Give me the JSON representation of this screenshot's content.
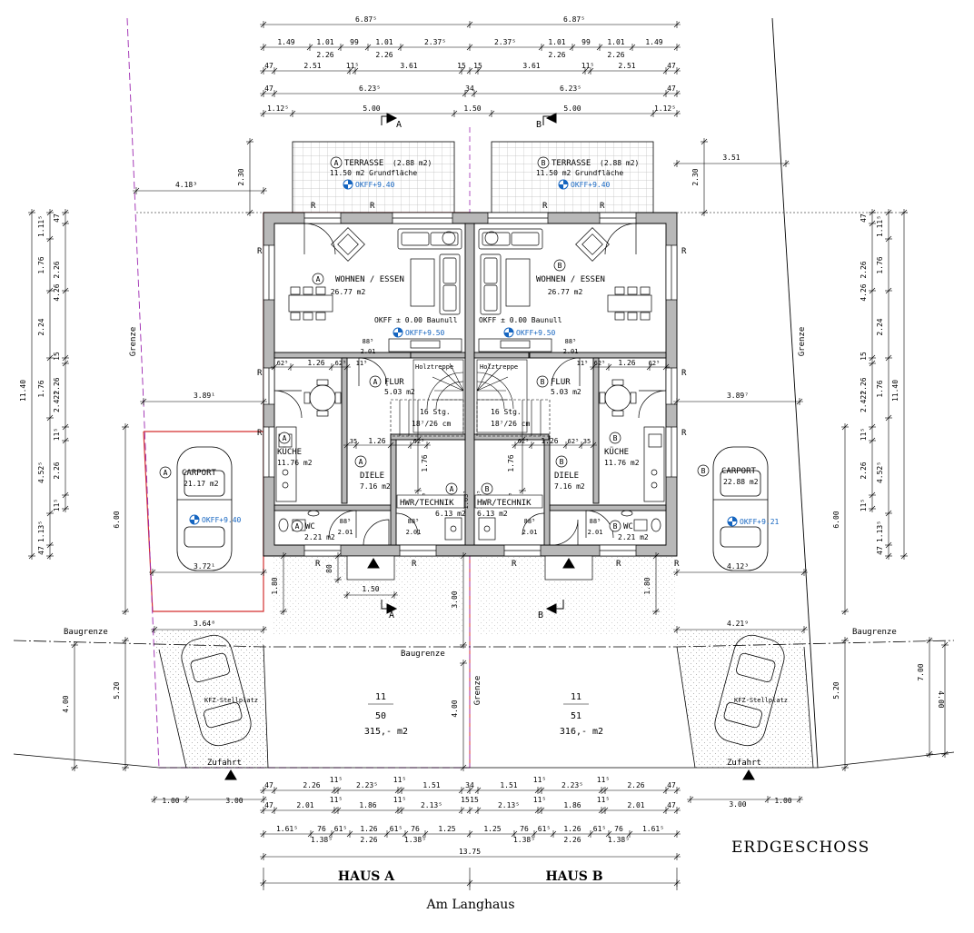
{
  "title": "ERDGESCHOSS",
  "street": "Am Langhaus",
  "houses": [
    "HAUS A",
    "HAUS B"
  ],
  "dims": {
    "top": [
      "6.87⁵",
      "6.87⁵",
      "1.49",
      "1.01",
      "99",
      "1.01",
      "2.37⁵",
      "2.37⁵",
      "1.01",
      "99",
      "1.01",
      "1.49",
      "2.26",
      "2.26",
      "2.26",
      "2.26",
      "47",
      "2.51",
      "11⁵",
      "3.61",
      "15",
      "15",
      "3.61",
      "11⁵",
      "2.51",
      "47",
      "47",
      "6.23⁵",
      "34",
      "6.23⁵",
      "47",
      "1.12⁵",
      "5.00",
      "1.50",
      "5.00",
      "1.12⁵"
    ],
    "bottom": [
      "47",
      "2.26",
      "11⁵",
      "2.23⁵",
      "11⁵",
      "1.51",
      "34",
      "1.51",
      "11⁵",
      "2.23⁵",
      "11⁵",
      "2.26",
      "47",
      "1.00",
      "3.00",
      "47",
      "2.01",
      "11⁵",
      "1.86",
      "11⁵",
      "2.13⁵",
      "15",
      "15",
      "2.13⁵",
      "11⁵",
      "1.86",
      "11⁵",
      "2.01",
      "47",
      "3.00",
      "1.00",
      "1.61⁵",
      "76",
      "61⁵",
      "1.26",
      "61⁵",
      "76",
      "1.25",
      "1.25",
      "76",
      "61⁵",
      "1.26",
      "61⁵",
      "76",
      "1.61⁵",
      "1.38⁵",
      "2.26",
      "1.38⁵",
      "1.38⁵",
      "2.26",
      "1.38⁵",
      "13.75"
    ],
    "left": [
      "11.40",
      "1.11⁵",
      "1.76",
      "2.24",
      "1.76",
      "4.52⁵",
      "1.13⁵",
      "47",
      "47",
      "2.26",
      "4.26",
      "15",
      "2.26",
      "2.42⁵",
      "11⁵",
      "2.26",
      "11⁵",
      "6.00",
      "5.20",
      "4.00"
    ],
    "right": [
      "11.40",
      "1.11⁵",
      "1.76",
      "2.24",
      "1.76",
      "4.52⁵",
      "1.13⁵",
      "47",
      "47",
      "2.26",
      "4.26",
      "15",
      "2.26",
      "2.42⁵",
      "11⁵",
      "2.26",
      "11⁵",
      "6.00",
      "7.00",
      "5.20",
      "4.00"
    ],
    "misc": [
      "4.18³",
      "2.30",
      "3.51",
      "2.30",
      "3.89¹",
      "3.89⁷",
      "3.72¹",
      "4.12³",
      "3.64⁸",
      "4.21⁹",
      "1.80",
      "1.80",
      "80",
      "1.50",
      "3.00",
      "4.00"
    ]
  },
  "interior": {
    "a": [
      "88⁵",
      "2.01",
      "62⁵",
      "1.26",
      "62⁵",
      "11⁵",
      "35",
      "1.26",
      "62⁵",
      "1.76",
      "11⁵",
      "1.63⁵",
      "88⁵",
      "2.01",
      "88⁵",
      "2.01"
    ],
    "b": [
      "88⁵",
      "2.01",
      "62⁵",
      "1.26",
      "62⁵",
      "11⁵",
      "62⁵",
      "1.26",
      "62⁵",
      "35",
      "1.76",
      "11⁵",
      "1.63⁵",
      "88⁵",
      "2.01",
      "88⁵",
      "2.01"
    ]
  },
  "rooms": {
    "a": [
      {
        "mark": "A",
        "name": "TERRASSE",
        "extra": "(2.88 m2)",
        "area": "11.50 m2 Grundfläche",
        "level": "OKFF+9.40"
      },
      {
        "mark": "A",
        "name": "WOHNEN / ESSEN",
        "area": "26.77 m2"
      },
      {
        "mark": "A",
        "name": "FLUR",
        "area": "5.03 m2"
      },
      {
        "mark": "A",
        "name": "KÜCHE",
        "area": "11.76 m2"
      },
      {
        "mark": "A",
        "name": "DIELE",
        "area": "7.16 m2"
      },
      {
        "mark": "A",
        "name": "HWR/TECHNIK",
        "area": "6.13 m2"
      },
      {
        "mark": "A",
        "name": "WC",
        "area": "2.21 m2"
      },
      {
        "mark": "A",
        "name": "CARPORT",
        "area": "21.17 m2",
        "level": "OKFF+9.40"
      }
    ],
    "b": [
      {
        "mark": "B",
        "name": "TERRASSE",
        "extra": "(2.88 m2)",
        "area": "11.50 m2 Grundfläche",
        "level": "OKFF+9.40"
      },
      {
        "mark": "B",
        "name": "WOHNEN / ESSEN",
        "area": "26.77 m2"
      },
      {
        "mark": "B",
        "name": "FLUR",
        "area": "5.03 m2"
      },
      {
        "mark": "B",
        "name": "KÜCHE",
        "area": "11.76 m2"
      },
      {
        "mark": "B",
        "name": "DIELE",
        "area": "7.16 m2"
      },
      {
        "mark": "B",
        "name": "HWR/TECHNIK",
        "area": "6.13 m2"
      },
      {
        "mark": "B",
        "name": "WC",
        "area": "2.21 m2"
      },
      {
        "mark": "B",
        "name": "CARPORT",
        "area": "22.88 m2",
        "level": "OKFF+9.21"
      }
    ]
  },
  "levels": {
    "okff_zero": "OKFF ± 0.00 Baunull",
    "okff_a": "OKFF+9.50",
    "okff_b": "OKFF+9.50"
  },
  "stairs": {
    "label": "Holztreppe",
    "steps": "16 Stg.",
    "ratio": "18⁷/26 cm"
  },
  "labels": {
    "grenze": "Grenze",
    "baugrenze": "Baugrenze",
    "zufahrt": "Zufahrt",
    "kfz": "KFZ-Stellplatz",
    "r": "R",
    "section_a": "A",
    "section_b": "B"
  },
  "plots": {
    "a": {
      "top": "11",
      "bottom": "50",
      "area": "315,- m2"
    },
    "b": {
      "top": "11",
      "bottom": "51",
      "area": "316,- m2"
    }
  },
  "colors": {
    "line": "#000000",
    "wall_fill": "#b8b8b8",
    "lot_red": "#d32f2f",
    "boundary_purple": "#9c27b0",
    "level_blue": "#1565c0"
  }
}
